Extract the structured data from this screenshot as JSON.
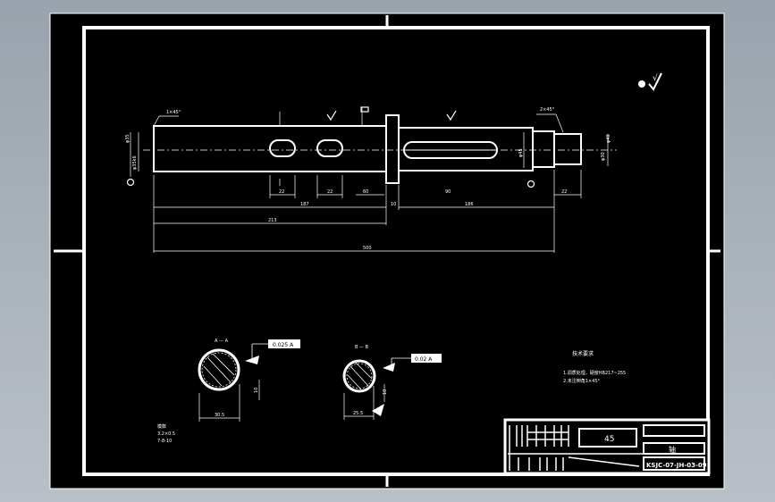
{
  "drawing": {
    "surface_finish_mark": "√",
    "dims": {
      "chamfer_left": "1×45°",
      "chamfer_right": "2×45°",
      "dia_left": "φ35",
      "dia_left2": "φ35k6",
      "dia_mid": "φ45",
      "dia_right": "φ40",
      "dia_right2": "φ30",
      "len_a": "22",
      "len_b": "187",
      "len_c": "22",
      "len_d": "60",
      "len_e": "10",
      "len_f": "90",
      "len_g": "186",
      "len_h": "22",
      "len_total1": "213",
      "len_total2": "500"
    },
    "sections": {
      "a_label": "A — A",
      "b_label": "B — B",
      "a_tol": "0.025 A",
      "b_tol": "0.02 A",
      "a_dim": "10",
      "a_dim2": "30.5",
      "b_dim": "10",
      "b_dim2": "25.5"
    },
    "tech_req": {
      "title": "技术要求",
      "line1": "1.调质处理，硬度HB217~255",
      "line2": "2.未注倒角1×45°"
    },
    "bottom_note": {
      "line1": "模数",
      "line2": "3.2×0.5",
      "line3": "7-8-10"
    },
    "title_block": {
      "material": "45",
      "part_name": "轴",
      "drawing_no": "KSJC-07-JH-03-09"
    }
  }
}
